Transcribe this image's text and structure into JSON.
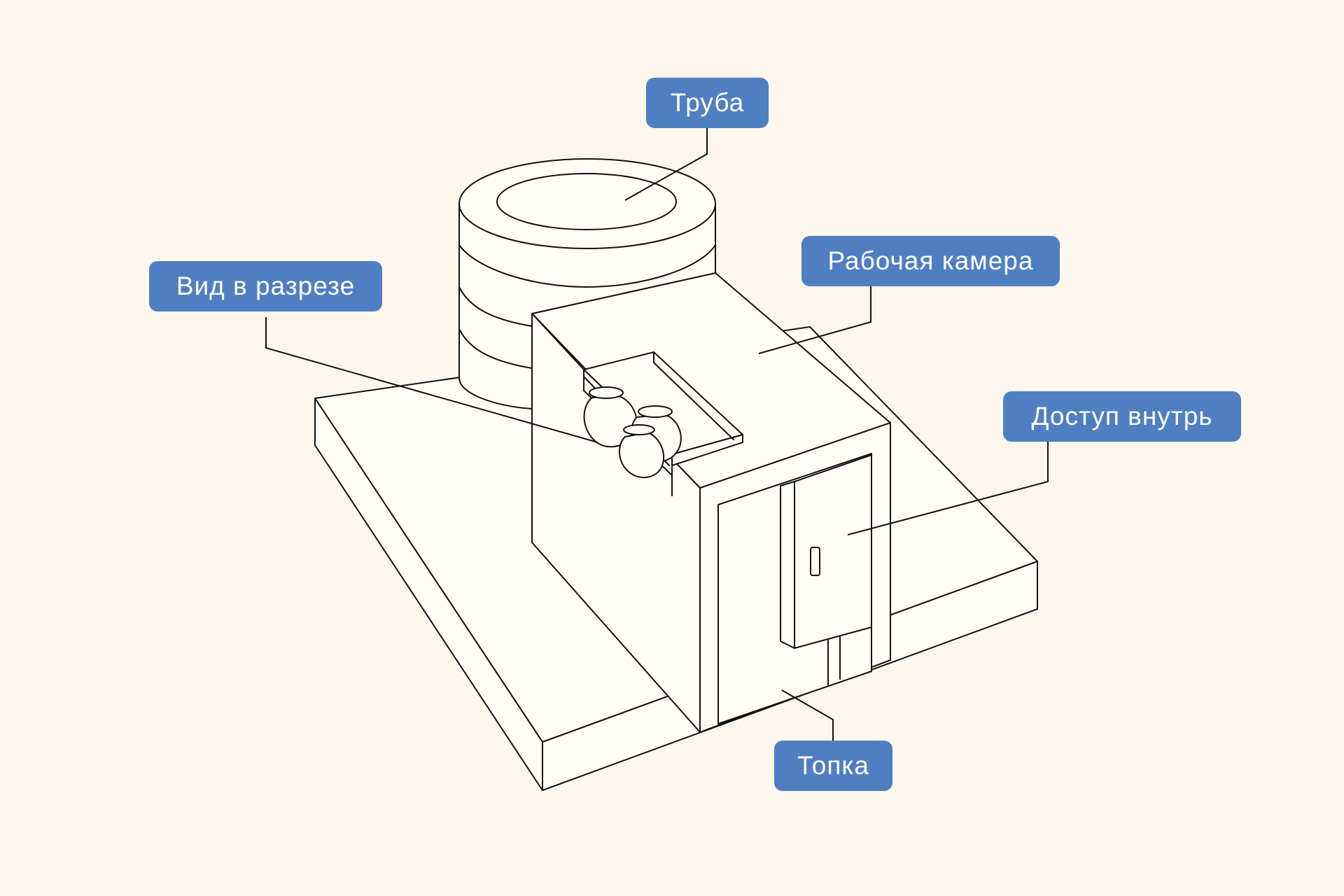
{
  "diagram": {
    "labels": {
      "chimney": "Труба",
      "work_chamber": "Рабочая камера",
      "section_view": "Вид в разрезе",
      "access_inside": "Доступ внутрь",
      "firebox": "Топка"
    },
    "colors": {
      "background": "#fcf6ed",
      "object_fill": "#fffdf6",
      "stroke": "#111111",
      "label_fill": "#4f7fc2",
      "label_text": "#ffffff"
    }
  }
}
